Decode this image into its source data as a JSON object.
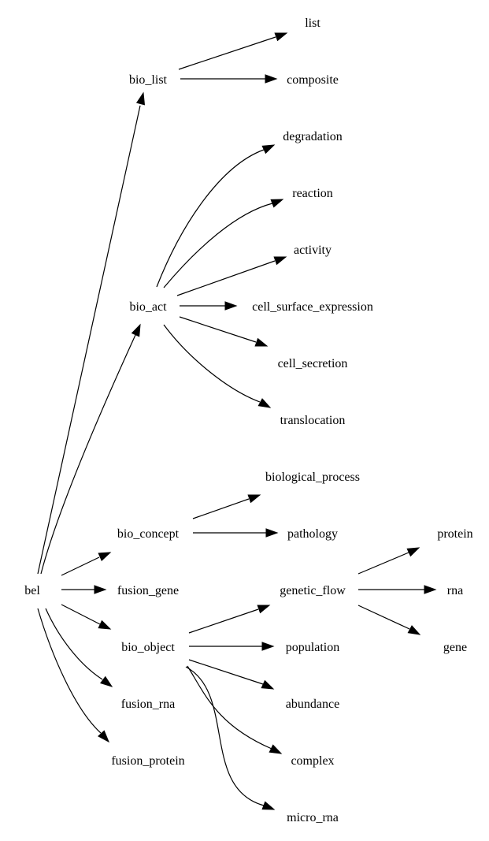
{
  "diagram": {
    "type": "directed-graph",
    "colors": {
      "line": "#000000",
      "text": "#000000",
      "background": "#ffffff"
    },
    "nodes": {
      "bel": "bel",
      "bio_list": "bio_list",
      "list": "list",
      "composite": "composite",
      "bio_act": "bio_act",
      "degradation": "degradation",
      "reaction": "reaction",
      "activity": "activity",
      "cell_surface_expression": "cell_surface_expression",
      "cell_secretion": "cell_secretion",
      "translocation": "translocation",
      "bio_concept": "bio_concept",
      "biological_process": "biological_process",
      "pathology": "pathology",
      "fusion_gene": "fusion_gene",
      "bio_object": "bio_object",
      "genetic_flow": "genetic_flow",
      "protein": "protein",
      "rna": "rna",
      "gene": "gene",
      "population": "population",
      "abundance": "abundance",
      "complex": "complex",
      "micro_rna": "micro_rna",
      "fusion_rna": "fusion_rna",
      "fusion_protein": "fusion_protein"
    },
    "edges": [
      {
        "from": "bel",
        "to": "bio_list"
      },
      {
        "from": "bel",
        "to": "bio_act"
      },
      {
        "from": "bel",
        "to": "bio_concept"
      },
      {
        "from": "bel",
        "to": "fusion_gene"
      },
      {
        "from": "bel",
        "to": "bio_object"
      },
      {
        "from": "bel",
        "to": "fusion_rna"
      },
      {
        "from": "bel",
        "to": "fusion_protein"
      },
      {
        "from": "bio_list",
        "to": "list"
      },
      {
        "from": "bio_list",
        "to": "composite"
      },
      {
        "from": "bio_act",
        "to": "degradation"
      },
      {
        "from": "bio_act",
        "to": "reaction"
      },
      {
        "from": "bio_act",
        "to": "activity"
      },
      {
        "from": "bio_act",
        "to": "cell_surface_expression"
      },
      {
        "from": "bio_act",
        "to": "cell_secretion"
      },
      {
        "from": "bio_act",
        "to": "translocation"
      },
      {
        "from": "bio_concept",
        "to": "biological_process"
      },
      {
        "from": "bio_concept",
        "to": "pathology"
      },
      {
        "from": "bio_object",
        "to": "genetic_flow"
      },
      {
        "from": "bio_object",
        "to": "population"
      },
      {
        "from": "bio_object",
        "to": "abundance"
      },
      {
        "from": "bio_object",
        "to": "complex"
      },
      {
        "from": "bio_object",
        "to": "micro_rna"
      },
      {
        "from": "genetic_flow",
        "to": "protein"
      },
      {
        "from": "genetic_flow",
        "to": "rna"
      },
      {
        "from": "genetic_flow",
        "to": "gene"
      }
    ]
  }
}
